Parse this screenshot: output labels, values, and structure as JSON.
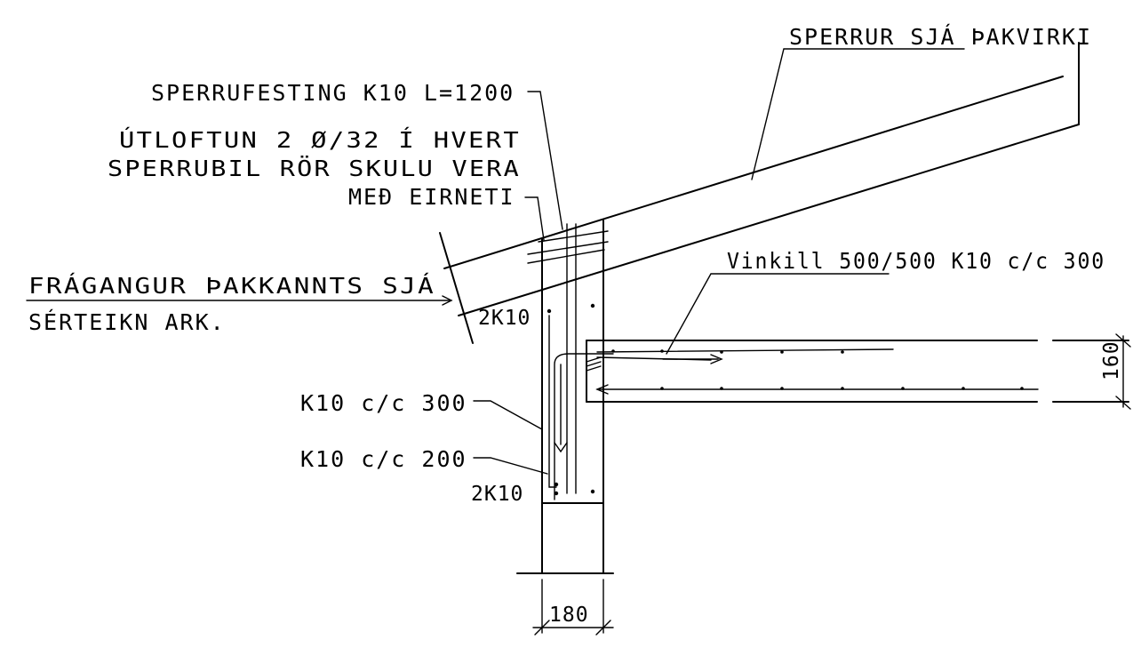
{
  "labels": {
    "sperrur": "SPERRUR SJÁ ÞAKVIRKI",
    "sperrufesting": "SPERRUFESTING K10 L=1200",
    "utloftun_1": "ÚTLOFTUN 2 Ø/32 Í HVERT",
    "utloftun_2": "SPERRUBIL RÖR SKULU VERA",
    "utloftun_3": "MEÐ EIRNETI",
    "fragangur_1": "FRÁGANGUR ÞAKKANNTS SJÁ",
    "fragangur_2": "SÉRTEIKN ARK.",
    "vinkill": "Vinkill 500/500 K10 c/c 300",
    "twok10_top": "2K10",
    "twok10_bottom": "2K10",
    "k10_300": "K10 c/c 300",
    "k10_200": "K10 c/c 200",
    "dim_slab": "160",
    "dim_wall": "180"
  }
}
